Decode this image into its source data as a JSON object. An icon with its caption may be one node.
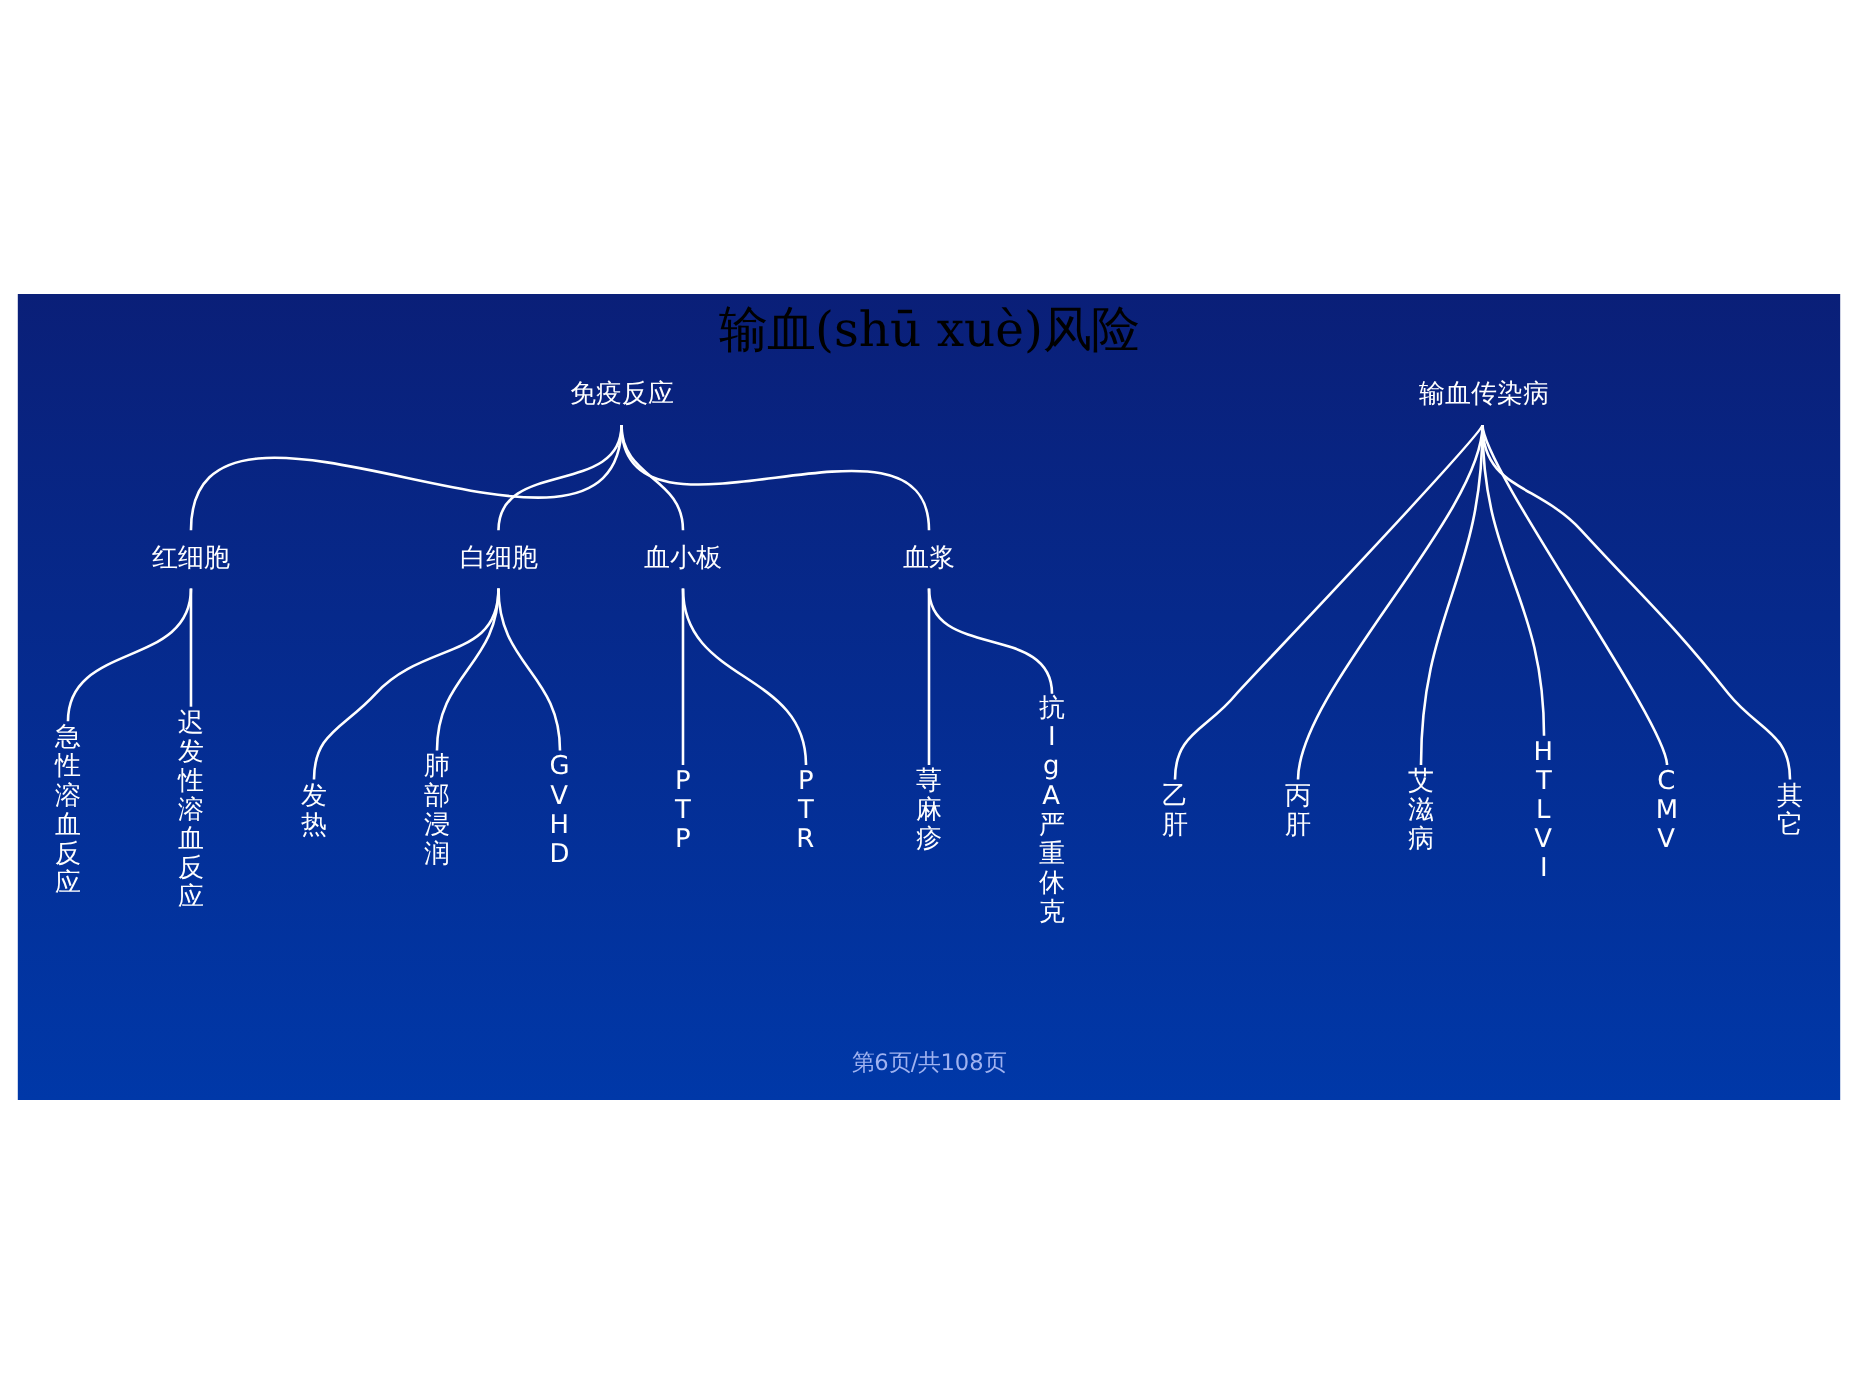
{
  "diagram": {
    "title": "输血(shū xuè)风险",
    "nodes": [
      {
        "text": [
          "免疫反应"
        ]
      },
      {
        "text": [
          "输血传染病"
        ]
      },
      {
        "text": [
          "红细胞"
        ]
      },
      {
        "text": [
          "白细胞"
        ]
      },
      {
        "text": [
          "血小板"
        ]
      },
      {
        "text": [
          "血浆"
        ]
      },
      {
        "text": [
          "急性溶血反应"
        ]
      },
      {
        "text": [
          "迟发性溶血反应"
        ]
      },
      {
        "text": [
          "发热"
        ]
      },
      {
        "text": [
          "肺部浸润"
        ]
      },
      {
        "text": [
          "GVHD"
        ]
      },
      {
        "text": [
          "PTP"
        ]
      },
      {
        "text": [
          "PTR"
        ]
      },
      {
        "text": [
          "荨麻疹"
        ]
      },
      {
        "text": [
          "抗IgA严重休克"
        ]
      },
      {
        "text": [
          "乙肝"
        ]
      },
      {
        "text": [
          "丙肝"
        ]
      },
      {
        "text": [
          "艾滋病"
        ]
      },
      {
        "text": [
          "HTLVI"
        ]
      },
      {
        "text": [
          "CMV"
        ]
      },
      {
        "text": [
          "其它"
        ]
      }
    ],
    "edges": [
      {
        "from": 0,
        "to": 2,
        "arrow": "none"
      },
      {
        "from": 0,
        "to": 3,
        "arrow": "none"
      },
      {
        "from": 0,
        "to": 4,
        "arrow": "none"
      },
      {
        "from": 0,
        "to": 5,
        "arrow": "none"
      },
      {
        "from": 2,
        "to": 6,
        "arrow": "none"
      },
      {
        "from": 2,
        "to": 7,
        "arrow": "none"
      },
      {
        "from": 3,
        "to": 8,
        "arrow": "none"
      },
      {
        "from": 3,
        "to": 9,
        "arrow": "none"
      },
      {
        "from": 3,
        "to": 10,
        "arrow": "none"
      },
      {
        "from": 4,
        "to": 11,
        "arrow": "none"
      },
      {
        "from": 4,
        "to": 12,
        "arrow": "none"
      },
      {
        "from": 5,
        "to": 13,
        "arrow": "none"
      },
      {
        "from": 5,
        "to": 14,
        "arrow": "none"
      },
      {
        "from": 1,
        "to": 15,
        "arrow": "none"
      },
      {
        "from": 1,
        "to": 16,
        "arrow": "none"
      },
      {
        "from": 1,
        "to": 17,
        "arrow": "none"
      },
      {
        "from": 1,
        "to": 18,
        "arrow": "none"
      },
      {
        "from": 1,
        "to": 19,
        "arrow": "none"
      },
      {
        "from": 1,
        "to": 20,
        "arrow": "none"
      }
    ],
    "labels": [
      "第6页/共108页"
    ]
  }
}
